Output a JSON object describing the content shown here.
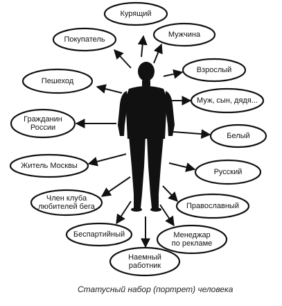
{
  "diagram": {
    "caption": "Статусный набор (портрет) человека",
    "center": {
      "label": ""
    },
    "nodes": [
      {
        "id": "kuryashchiy",
        "lines": [
          "Курящий"
        ]
      },
      {
        "id": "pokupatel",
        "lines": [
          "Покупатель"
        ]
      },
      {
        "id": "muzhchina",
        "lines": [
          "Мужчина"
        ]
      },
      {
        "id": "peshekhod",
        "lines": [
          "Пешеход"
        ]
      },
      {
        "id": "vzroslyy",
        "lines": [
          "Взрослый"
        ]
      },
      {
        "id": "muzh-syn-dyadya",
        "lines": [
          "Муж, сын, дядя..."
        ]
      },
      {
        "id": "grazhdanin-rossii",
        "lines": [
          "Гражданин",
          "России"
        ]
      },
      {
        "id": "belyy",
        "lines": [
          "Белый"
        ]
      },
      {
        "id": "zhitel-moskvy",
        "lines": [
          "Житель Москвы"
        ]
      },
      {
        "id": "russkiy",
        "lines": [
          "Русский"
        ]
      },
      {
        "id": "chlen-kluba",
        "lines": [
          "Член клуба",
          "любителей бега"
        ]
      },
      {
        "id": "pravoslavnyy",
        "lines": [
          "Православный"
        ]
      },
      {
        "id": "bespartiynyy",
        "lines": [
          "Беспартийный"
        ]
      },
      {
        "id": "menedzher-po-reklame",
        "lines": [
          "Менеджар",
          "по рекламе"
        ]
      },
      {
        "id": "naemnyy-rabotnik",
        "lines": [
          "Наемный",
          "работник"
        ]
      }
    ]
  }
}
